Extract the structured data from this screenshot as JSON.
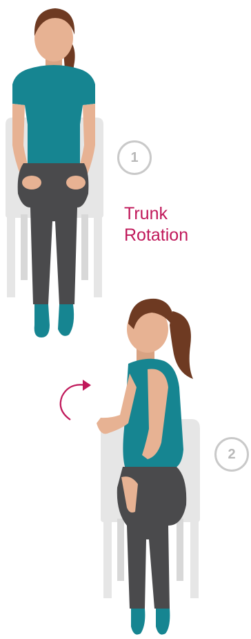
{
  "title": {
    "line1": "Trunk",
    "line2": "Rotation"
  },
  "steps": [
    {
      "number": "1"
    },
    {
      "number": "2"
    }
  ],
  "colors": {
    "accent": "#c0185a",
    "shirt": "#168591",
    "pants": "#4a4a4c",
    "skin": "#e7b293",
    "hair": "#6e3a22",
    "chair": "#e6e6e6",
    "badge": "#c9c9c9"
  },
  "icons": [
    "seated-woman-front",
    "seated-woman-side",
    "rotation-arrow-icon"
  ]
}
